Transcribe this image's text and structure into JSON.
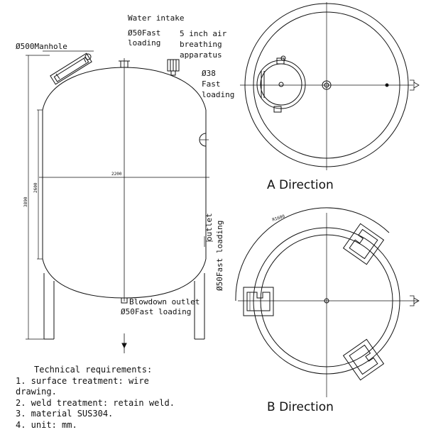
{
  "labels": {
    "water_intake": "Water intake",
    "water_intake_size": "Ø50Fast",
    "water_intake_loading": "loading",
    "manhole": "Ø500Manhole",
    "air_apparatus_1": "5 inch air",
    "air_apparatus_2": "breathing",
    "air_apparatus_3": "apparatus",
    "fast_loading_1": "Ø38",
    "fast_loading_2": "Fast",
    "fast_loading_3": "loading",
    "outlet": "outlet",
    "outlet_size": "Ø50Fast loading",
    "blowdown_1": "Blowdown outlet",
    "blowdown_2": "Ø50Fast loading",
    "dim_width": "2200",
    "dim_body": "2600",
    "dim_total": "3890",
    "dim_arc": "R1600",
    "a_direction": "A Direction",
    "b_direction": "B Direction"
  },
  "technical": {
    "title": "Technical requirements:",
    "line1": "1. surface treatment: wire",
    "line1b": "drawing.",
    "line2": "2. weld treatment: retain weld.",
    "line3": "3. material SUS304.",
    "line4": "4. unit: mm."
  }
}
